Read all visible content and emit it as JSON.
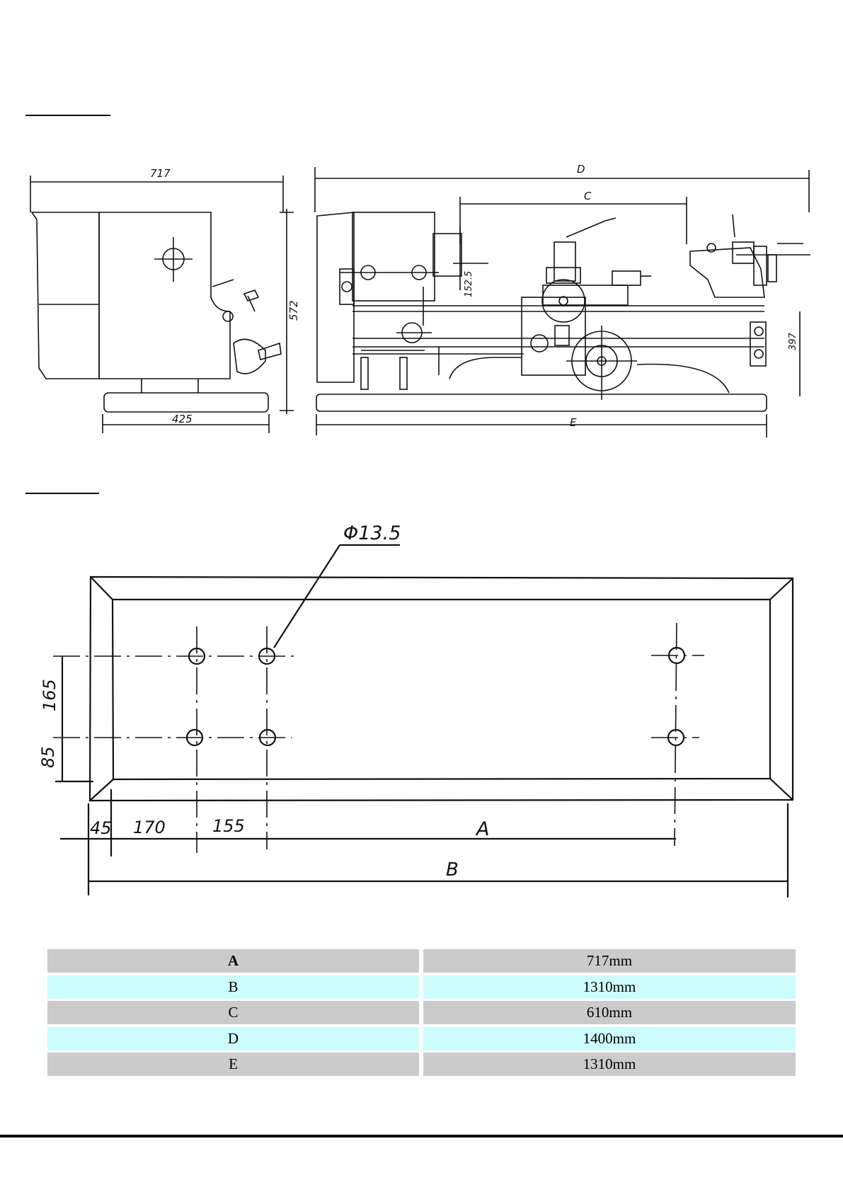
{
  "lathe_drawing": {
    "dims": {
      "top_width": "717",
      "base_width": "425",
      "height": "572",
      "D": "D",
      "C": "C",
      "E": "E",
      "spindle_height": "152.5",
      "right_height": "397"
    }
  },
  "foundation_plan": {
    "hole_callout": "Φ13.5",
    "dims": {
      "v1": "165",
      "v2": "85",
      "h1": "45",
      "h2": "170",
      "h3": "155",
      "A": "A",
      "B": "B"
    }
  },
  "spec_table": {
    "rows": [
      {
        "label": "A",
        "value": "717mm"
      },
      {
        "label": "B",
        "value": "1310mm"
      },
      {
        "label": "C",
        "value": "610mm"
      },
      {
        "label": "D",
        "value": "1400mm"
      },
      {
        "label": "E",
        "value": "1310mm"
      }
    ]
  }
}
